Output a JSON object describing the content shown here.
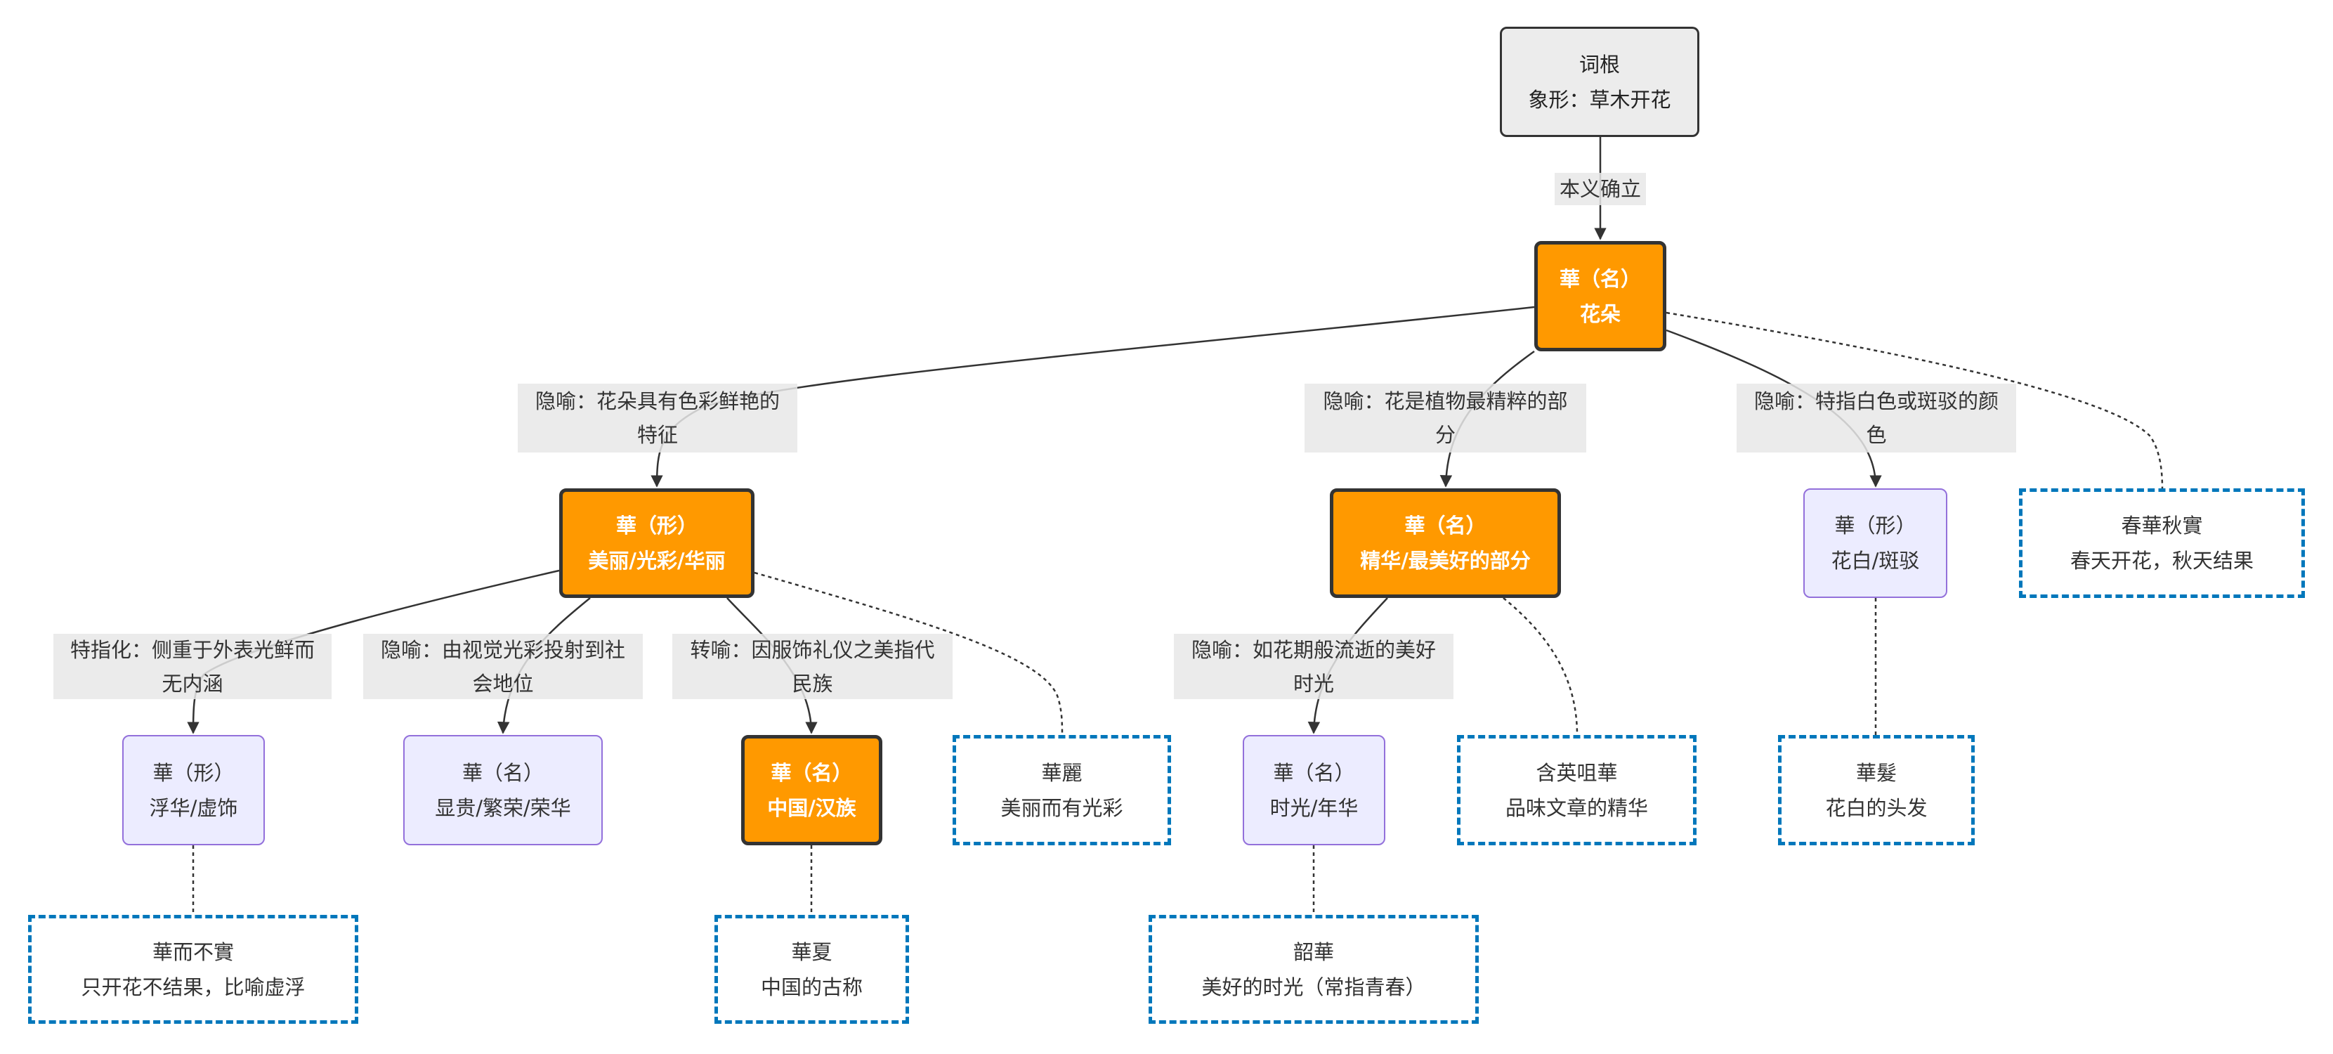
{
  "diagram": {
    "nodes": {
      "root": {
        "line1": "词根",
        "line2": "象形：草木开花"
      },
      "flower": {
        "line1": "華（名）",
        "line2": "花朵"
      },
      "beautiful": {
        "line1": "華（形）",
        "line2": "美丽/光彩/华丽"
      },
      "essence": {
        "line1": "華（名）",
        "line2": "精华/最美好的部分"
      },
      "grey": {
        "line1": "華（形）",
        "line2": "花白/斑驳"
      },
      "chunhua": {
        "line1": "春華秋實",
        "line2": "春天开花，秋天结果"
      },
      "flashy": {
        "line1": "華（形）",
        "line2": "浮华/虚饰"
      },
      "prominent": {
        "line1": "華（名）",
        "line2": "显贵/繁荣/荣华"
      },
      "china": {
        "line1": "華（名）",
        "line2": "中国/汉族"
      },
      "huali": {
        "line1": "華麗",
        "line2": "美丽而有光彩"
      },
      "time": {
        "line1": "華（名）",
        "line2": "时光/年华"
      },
      "hanying": {
        "line1": "含英咀華",
        "line2": "品味文章的精华"
      },
      "huafa": {
        "line1": "華髮",
        "line2": "花白的头发"
      },
      "huaerbushi": {
        "line1": "華而不實",
        "line2": "只开花不结果，比喻虚浮"
      },
      "huaxia": {
        "line1": "華夏",
        "line2": "中国的古称"
      },
      "shaohua": {
        "line1": "韶華",
        "line2": "美好的时光（常指青春）"
      }
    },
    "edge_labels": {
      "origin": "本义确立",
      "color": "隐喻：花朵具有色彩鲜艳的特征",
      "essence": "隐喻：花是植物最精粹的部分",
      "grey": "隐喻：特指白色或斑驳的颜色",
      "flashy": "特指化：侧重于外表光鲜而无内涵",
      "status": "隐喻：由视觉光彩投射到社会地位",
      "nation": "转喻：因服饰礼仪之美指代民族",
      "time": "隐喻：如花期般流逝的美好时光"
    },
    "colors": {
      "core_fill": "#ff9900",
      "sense_fill": "#ececff",
      "sense_border": "#9370db",
      "idiom_border": "#0077bb",
      "root_fill": "#ececec"
    }
  }
}
